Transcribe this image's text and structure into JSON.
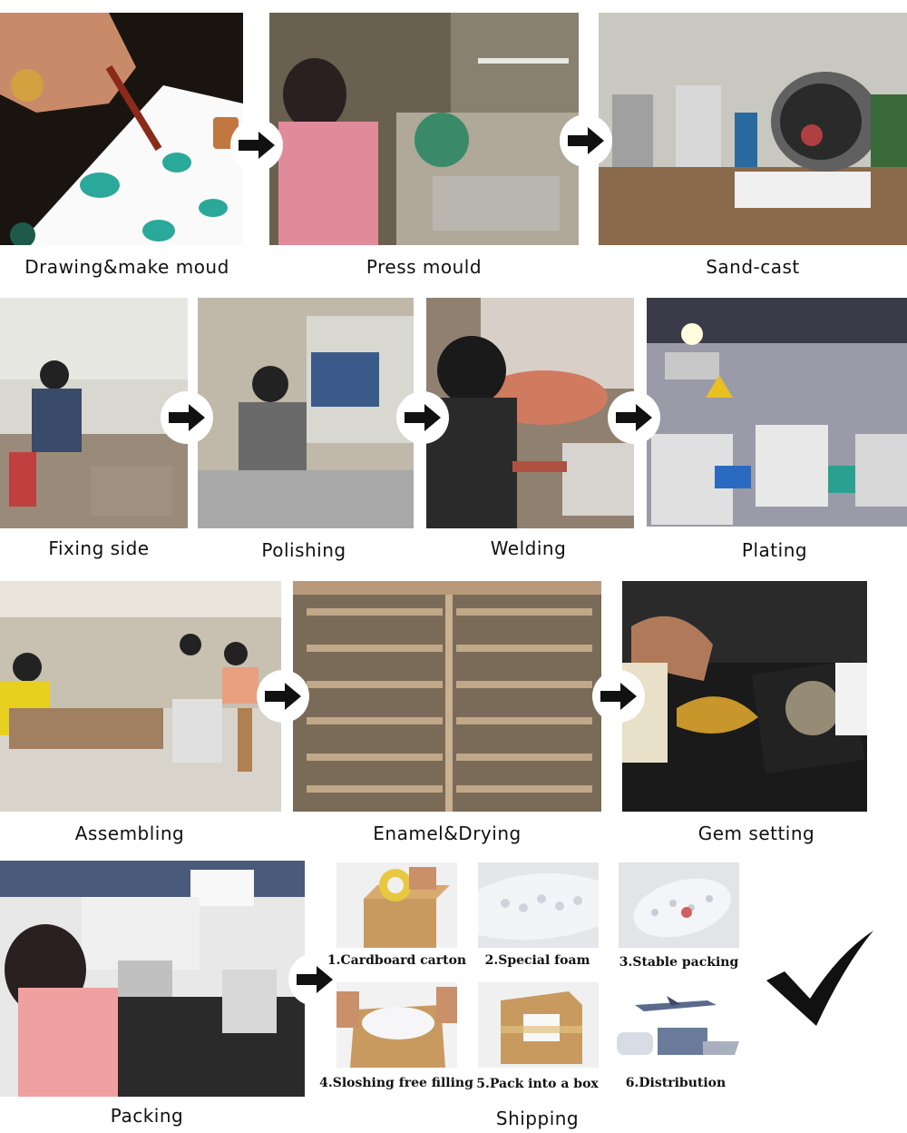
{
  "steps": [
    {
      "key": "drawing",
      "label": "Drawing&make moud",
      "icon": "drawing-photo"
    },
    {
      "key": "press",
      "label": "Press mould",
      "icon": "press-mould-photo"
    },
    {
      "key": "sandcast",
      "label": "Sand-cast",
      "icon": "sand-cast-photo"
    },
    {
      "key": "fixing",
      "label": "Fixing side",
      "icon": "fixing-side-photo"
    },
    {
      "key": "polishing",
      "label": "Polishing",
      "icon": "polishing-photo"
    },
    {
      "key": "welding",
      "label": "Welding",
      "icon": "welding-photo"
    },
    {
      "key": "plating",
      "label": "Plating",
      "icon": "plating-photo"
    },
    {
      "key": "assembling",
      "label": "Assembling",
      "icon": "assembling-photo"
    },
    {
      "key": "enamel",
      "label": "Enamel&Drying",
      "icon": "enamel-drying-photo"
    },
    {
      "key": "gem",
      "label": "Gem setting",
      "icon": "gem-setting-photo"
    },
    {
      "key": "packing",
      "label": "Packing",
      "icon": "packing-photo"
    }
  ],
  "shipping": {
    "label": "Shipping",
    "items": [
      {
        "label": "1.Cardboard carton"
      },
      {
        "label": "2.Special foam"
      },
      {
        "label": "3.Stable packing"
      },
      {
        "label": "4.Sloshing free filling"
      },
      {
        "label": "5.Pack into a box"
      },
      {
        "label": "6.Distribution"
      }
    ]
  },
  "colors": {
    "arrow": "#111111",
    "check": "#111111"
  }
}
